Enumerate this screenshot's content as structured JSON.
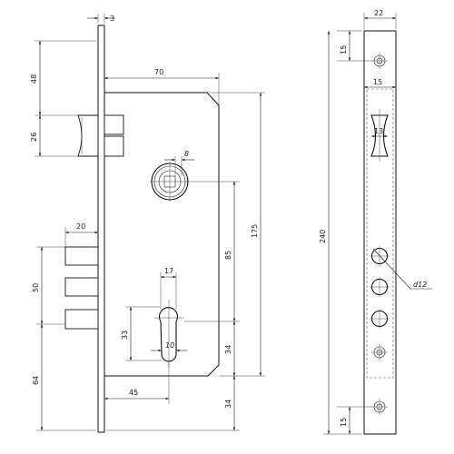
{
  "drawing": {
    "dimensions": {
      "faceplate_thickness": "3",
      "case_width": "70",
      "top_to_latch": "48",
      "latch_height": "26",
      "spindle_square": "8",
      "bolt_projection": "20",
      "bolt_span": "50",
      "bottom_to_cylinder": "64",
      "cylinder_width": "17",
      "cylinder_height": "33",
      "cylinder_slot": "10",
      "backset": "45",
      "spindle_to_cylinder": "85",
      "case_height": "175",
      "cylinder_to_case_bottom": "34",
      "case_to_plate_bottom": "34",
      "plate_width": "22",
      "screw_offset_top": "15",
      "latch_opening_offset": "15",
      "latch_opening_width": "13",
      "plate_height": "240",
      "bolt_hole_dia": "d12",
      "screw_offset_bottom": "15"
    }
  }
}
